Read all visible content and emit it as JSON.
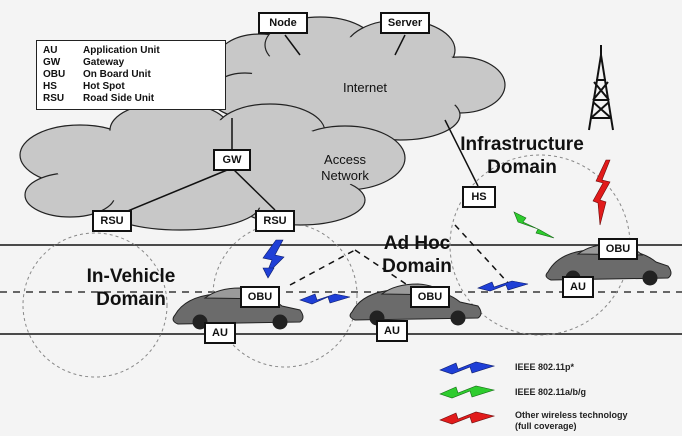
{
  "nodes": {
    "node": "Node",
    "server": "Server",
    "gw": "GW",
    "rsu_left": "RSU",
    "rsu_right": "RSU",
    "hs": "HS",
    "obu_1": "OBU",
    "obu_2": "OBU",
    "obu_3": "OBU",
    "au_1": "AU",
    "au_2": "AU",
    "au_3": "AU"
  },
  "clouds": {
    "internet": "Internet",
    "access_network": "Access\nNetwork"
  },
  "domains": {
    "infrastructure": "Infrastructure\nDomain",
    "ad_hoc": "Ad Hoc\nDomain",
    "in_vehicle": "In-Vehicle\nDomain"
  },
  "abbreviations": [
    {
      "abbr": "AU",
      "meaning": "Application Unit"
    },
    {
      "abbr": "GW",
      "meaning": "Gateway"
    },
    {
      "abbr": "OBU",
      "meaning": "On Board Unit"
    },
    {
      "abbr": "HS",
      "meaning": "Hot Spot"
    },
    {
      "abbr": "RSU",
      "meaning": "Road Side Unit"
    }
  ],
  "technologies": [
    {
      "label": "IEEE 802.11p*",
      "color": "#1f3fd6"
    },
    {
      "label": "IEEE 802.11a/b/g",
      "color": "#2ecc2e"
    },
    {
      "label": "Other wireless technology\n(full coverage)",
      "color": "#e11b1b"
    }
  ]
}
